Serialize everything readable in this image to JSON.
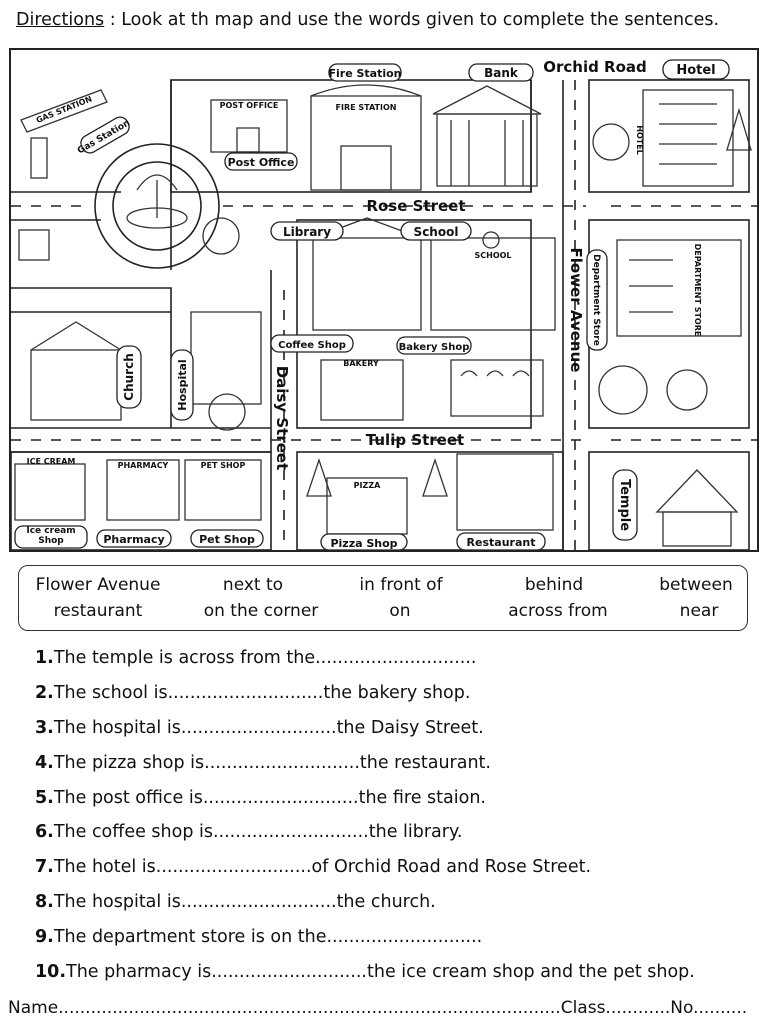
{
  "header": {
    "directions_label": "Directions",
    "directions_text": ": Look at th map and use the words given to complete the sentences."
  },
  "map": {
    "streets": {
      "orchid": "Orchid Road",
      "rose": "Rose Street",
      "tulip": "Tulip Street",
      "flower": "Flower Avenue",
      "daisy": "Daisy Street"
    },
    "places": {
      "gas_station": "Gas Station",
      "post_office": "Post Office",
      "fire_station": "Fire Station",
      "bank": "Bank",
      "hotel": "Hotel",
      "library": "Library",
      "school": "School",
      "coffee_shop": "Coffee Shop",
      "bakery_shop": "Bakery Shop",
      "department_store": "Department Store",
      "church": "Church",
      "hospital": "Hospital",
      "ice_cream_shop": "Ice cream Shop",
      "pharmacy": "Pharmacy",
      "pet_shop": "Pet Shop",
      "pizza_shop": "Pizza Shop",
      "restaurant": "Restaurant",
      "temple": "Temple"
    },
    "signs": {
      "gas_station": "GAS STATION",
      "post_office": "POST OFFICE",
      "fire_station": "FIRE STATION",
      "hotel": "HOTEL",
      "school": "SCHOOL",
      "bakery": "BAKERY",
      "department_store": "DEPARTMENT STORE",
      "ice_cream": "ICE CREAM",
      "pharmacy": "PHARMACY",
      "pet_shop": "PET SHOP",
      "pizza": "PIZZA"
    }
  },
  "word_bank": {
    "row1": [
      "Flower Avenue",
      "next to",
      "in front of",
      "behind",
      "between"
    ],
    "row2": [
      "restaurant",
      "on the corner",
      "on",
      "across from",
      "near"
    ]
  },
  "questions": [
    {
      "num": "1.",
      "text": "The temple is across from the............................."
    },
    {
      "num": "2.",
      "text": "The school is............................the bakery shop."
    },
    {
      "num": "3.",
      "text": "The hospital is............................the Daisy Street."
    },
    {
      "num": "4.",
      "text": "The pizza shop is............................the restaurant."
    },
    {
      "num": "5.",
      "text": "The post office is............................the fire staion."
    },
    {
      "num": "6.",
      "text": "The coffee shop is............................the library."
    },
    {
      "num": "7.",
      "text": "The hotel is............................of Orchid Road and Rose Street."
    },
    {
      "num": "8.",
      "text": "The hospital is............................the church."
    },
    {
      "num": "9.",
      "text": "The department store is on the............................"
    },
    {
      "num": "10.",
      "text": "The pharmacy is............................the ice cream shop and the pet shop."
    }
  ],
  "footer": {
    "text": "Name.............................................................................................Class............No.........."
  }
}
